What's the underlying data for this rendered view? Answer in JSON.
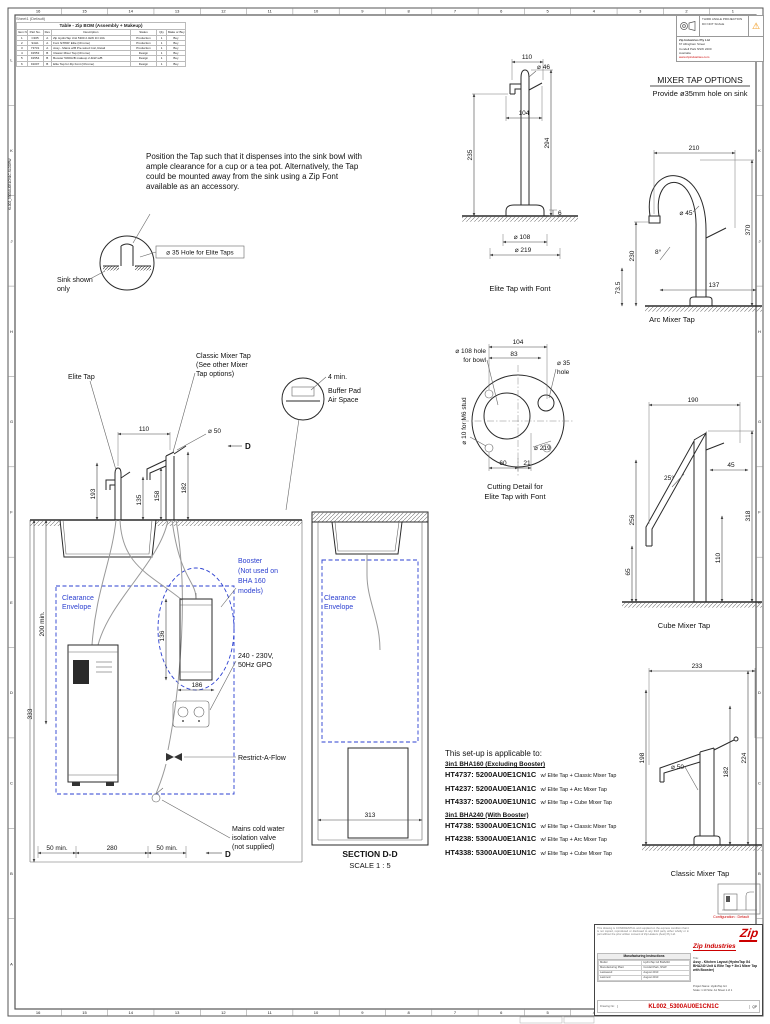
{
  "meta": {
    "sheet_label": "Sheet1 (Default)",
    "side_file": "KL002_5300AU0E1CN1C.SLDDRW"
  },
  "grid": {
    "cols": [
      "16",
      "15",
      "14",
      "13",
      "12",
      "11",
      "10",
      "9",
      "8",
      "7",
      "6",
      "5",
      "4",
      "3",
      "2",
      "1"
    ],
    "rows": [
      "L",
      "K",
      "J",
      "H",
      "G",
      "F",
      "E",
      "D",
      "C",
      "B",
      "A"
    ]
  },
  "bom": {
    "title": "Table - Zip BOM (Assembly + Makeup)",
    "headers": [
      "Item No.",
      "Part No.",
      "Rev",
      "Description",
      "Status",
      "Qty",
      "Make or Buy"
    ],
    "rows": [
      {
        "i": "1",
        "p": "C305",
        "r": "A",
        "d": "Zip HydroTap Unit 5300 2.4kW 1N 10A",
        "s": "Production",
        "q": "1",
        "b": "Buy"
      },
      {
        "i": "2",
        "p": "94H1",
        "r": "A",
        "d": "Font 'ET800' Elite (Chrome)",
        "s": "Production",
        "q": "1",
        "b": "Buy"
      },
      {
        "i": "3",
        "p": "73731",
        "r": "A",
        "d": "Assy - Mains w/B Pre-wired Coil, Retail",
        "s": "Production",
        "q": "1",
        "b": "Buy"
      },
      {
        "i": "4",
        "p": "91553",
        "r": "B",
        "d": "Classic Mixer Tap (Chrome)",
        "s": "Design",
        "q": "1",
        "b": "Buy"
      },
      {
        "i": "5",
        "p": "91554",
        "r": "B",
        "d": "Booster 5300A/B makeup 2.4kW w/B",
        "s": "Design",
        "q": "1",
        "b": "Buy"
      },
      {
        "i": "6",
        "p": "91007",
        "r": "B",
        "d": "Elite Tap for Zip Font (Chrome)",
        "s": "Design",
        "q": "1",
        "b": "Buy"
      }
    ]
  },
  "stamp": {
    "projection": "THIRD ANGLE PROJECTION",
    "do_not_scale": "DO NOT SCALE",
    "company": "Zip Industries Pty Ltd",
    "address1": "67 Allingham Street",
    "address2": "Condell Park NSW 2200",
    "address3": "Australia",
    "web": "www.zipindustries.com"
  },
  "notes": {
    "position": "Position the Tap such that it dispenses into the sink bowl with ample clearance for a cup or a tea pot. Alternatively, the Tap could be mounted away from the sink using a Zip Font available as an accessory.",
    "sink_shown_1": "Sink shown",
    "sink_shown_2": "only",
    "hole35": "⌀ 35 Hole for Elite Taps"
  },
  "mixer_options": {
    "title": "MIXER TAP OPTIONS",
    "subtitle": "Provide ø35mm hole on sink"
  },
  "elite_font": {
    "label": "Elite Tap with Font",
    "d110": "110",
    "d46": "⌀ 46",
    "d104": "104",
    "d294": "294",
    "d235": "235",
    "d6": "6",
    "d108": "⌀ 108",
    "d219": "⌀ 219"
  },
  "cutting": {
    "label_1": "Cutting Detail for",
    "label_2": "Elite Tap with Font",
    "d104": "104",
    "d83": "83",
    "hole108_1": "⌀ 108 hole",
    "hole108_2": "for bowl",
    "hole35_1": "⌀ 35",
    "hole35_2": "hole",
    "m6": "⌀ 10 for M6 stud",
    "d219": "⌀ 219",
    "d60": "60",
    "d21": "21"
  },
  "arc": {
    "label": "Arc Mixer Tap",
    "d210": "210",
    "d45": "⌀ 45",
    "d370": "370",
    "d230": "230",
    "a8": "8°",
    "d735": "73.5",
    "d137": "137"
  },
  "cube": {
    "label": "Cube Mixer Tap",
    "d190": "190",
    "a25": "25°",
    "d256": "256",
    "d318": "318",
    "d45": "45",
    "d110": "110",
    "d65": "65"
  },
  "classic": {
    "label": "Classic Mixer Tap",
    "d233": "233",
    "d198": "198",
    "d50": "⌀ 50",
    "d182": "182",
    "d224": "224"
  },
  "main_view": {
    "elite_tap_label": "Elite Tap",
    "mixer_label_1": "Classic Mixer Tap",
    "mixer_label_2": "(See other Mixer",
    "mixer_label_3": "Tap options)",
    "min4": "4 min.",
    "buffer_1": "Buffer Pad",
    "buffer_2": "Air Space",
    "d110": "110",
    "d50": "⌀ 50",
    "d193": "193",
    "d135": "135",
    "d158": "158",
    "d182": "182",
    "booster_1": "Booster",
    "booster_2": "(Not used on",
    "booster_3": "BHA 160",
    "booster_4": "models)",
    "clearance_1": "Clearance",
    "clearance_2": "Envelope",
    "min200": "200 min.",
    "d136": "136",
    "d186": "186",
    "gpo_1": "240 - 230V,",
    "gpo_2": "50Hz GPO",
    "d333": "333",
    "restrict": "Restrict-A-Flow",
    "mains_1": "Mains cold water",
    "mains_2": "isolation valve",
    "mains_3": "(not supplied)",
    "min50": "50 min.",
    "d280": "280",
    "section_flag": "D"
  },
  "section_view": {
    "clearance_1": "Clearance",
    "clearance_2": "Envelope",
    "d313": "313",
    "label_1": "SECTION D-D",
    "label_2": "SCALE 1 : 5"
  },
  "applicability": {
    "intro": "This set-up is applicable to:",
    "group1": "3in1 BHA160 (Excluding Booster)",
    "items1": [
      {
        "code": "HT4737: 5200AU0E1CN1C",
        "rest": "w/ Elite Tap + Classic Mixer Tap"
      },
      {
        "code": "HT4237: 5200AU0E1AN1C",
        "rest": "w/ Elite Tap + Arc Mixer Tap"
      },
      {
        "code": "HT4337: 5200AU0E1UN1C",
        "rest": "w/ Elite Tap + Cube Mixer Tap"
      }
    ],
    "group2": "3in1 BHA240 (With Booster)",
    "items2": [
      {
        "code": "HT4738: 5300AU0E1CN1C",
        "rest": "w/ Elite Tap + Classic Mixer Tap"
      },
      {
        "code": "HT4238: 5300AU0E1AN1C",
        "rest": "w/ Elite Tap + Arc Mixer Tap"
      },
      {
        "code": "HT4338: 5300AU0E1UN1C",
        "rest": "w/ Elite Tap + Cube Mixer Tap"
      }
    ]
  },
  "title_block": {
    "disclaimer": "This drawing is CONFIDENTIAL and supplied on the express condition that it is not copied, reproduced or disclosed to any third party either wholly or in part without the prior written consent of Zip Heaters (Aust) Pty Ltd.",
    "mfg_header": "Manufacturing Instructions",
    "mfg_rows": [
      {
        "l": "Model",
        "v": "HydroTap G4 BHA240"
      },
      {
        "l": "Manufacturing Plant",
        "v": "Condell Park, NSW"
      },
      {
        "l": "Lastsaved",
        "v": "August 2013"
      },
      {
        "l": "Lastmod",
        "v": "August 2013"
      }
    ],
    "brand": "Zip Industries",
    "logo_text": "Zip",
    "title_label": "Title:",
    "title": "Assy - Kitchen Layout (HydroTap G4 BHA240 Unit & Elite Tap + 3in1 Mixer Tap with Booster)",
    "project_label": "Project Name:",
    "project": "HydroTap G4",
    "scale_line": "Scale: 1:10    Size: A1    Sheet 1 of 1",
    "dwg_label": "Drawing No:",
    "dwg_no": "KL002_5300AU0E1CN1C",
    "rev": "QP",
    "config_caption": "Configuration : Default"
  }
}
